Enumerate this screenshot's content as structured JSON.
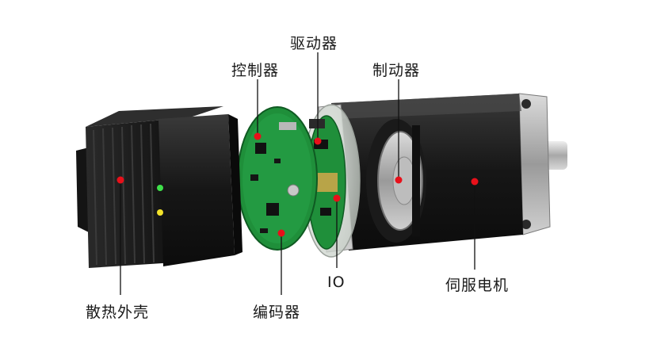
{
  "labels": {
    "driver": "驱动器",
    "controller": "控制器",
    "brake": "制动器",
    "heatsink_shell": "散热外壳",
    "encoder": "编码器",
    "io": "IO",
    "servo_motor": "伺服电机"
  },
  "colors": {
    "marker_dot": "#e8101a",
    "pcb_green": "#1f8f3a",
    "led_green": "#3fe04a",
    "led_yellow": "#f2e22a",
    "housing_black": "#1c1c1c",
    "leader_line": "#111111"
  }
}
